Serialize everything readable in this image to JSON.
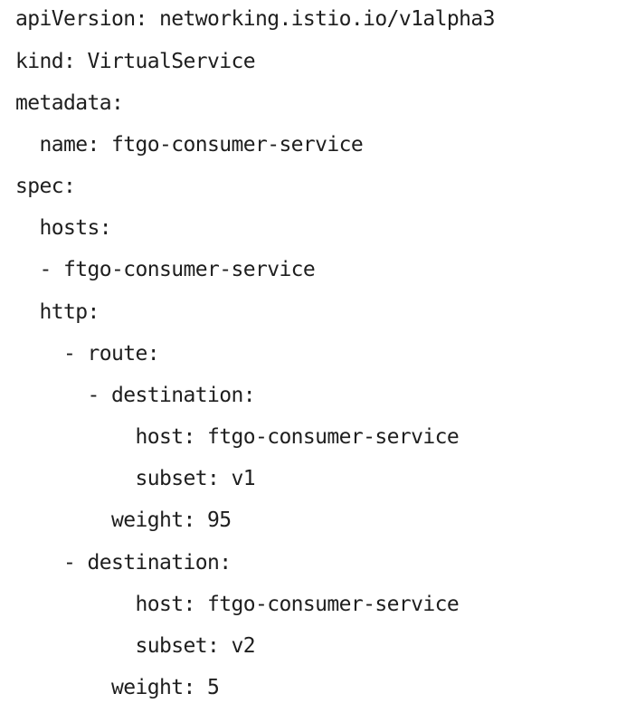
{
  "document": {
    "language": "yaml",
    "lines": [
      "apiVersion: networking.istio.io/v1alpha3",
      "kind: VirtualService",
      "metadata:",
      "  name: ftgo-consumer-service",
      "spec:",
      "  hosts:",
      "  - ftgo-consumer-service",
      "  http:",
      "    - route:",
      "      - destination:",
      "          host: ftgo-consumer-service",
      "          subset: v1",
      "        weight: 95",
      "    - destination:",
      "          host: ftgo-consumer-service",
      "          subset: v2",
      "        weight: 5"
    ]
  },
  "colors": {
    "text": "#1e1e1e",
    "background": "#ffffff"
  }
}
